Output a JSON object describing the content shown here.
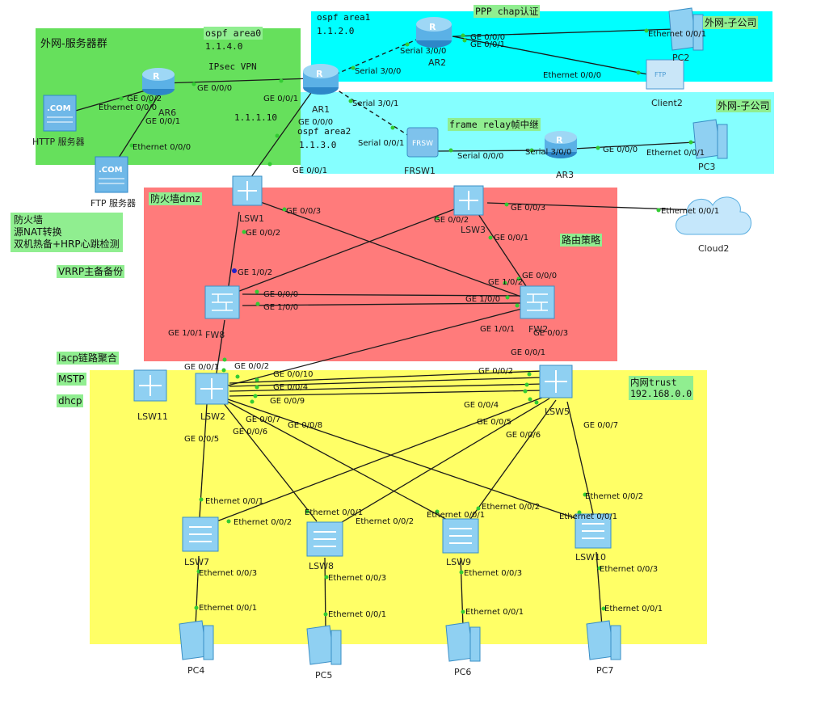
{
  "zones": {
    "server_farm": {
      "title": "外网-服务器群",
      "color": "#66e05c"
    },
    "area1": {
      "color": "#00ffff"
    },
    "area2": {
      "color": "#85ffff"
    },
    "dmz": {
      "color": "#ff7b7b"
    },
    "trust": {
      "color": "#ffff66"
    }
  },
  "notes": {
    "area0": "ospf area0",
    "area0_net": "1.1.4.0",
    "ipsec": "IPsec VPN",
    "area1": "ospf area1",
    "area1_net": "1.1.2.0",
    "ppp": "PPP chap认证",
    "sub1": "外网-子公司",
    "sub2": "外网-子公司",
    "ar1_ip": "1.1.1.10",
    "area2": "ospf area2",
    "area2_net": "1.1.3.0",
    "fr": "frame relay帧中继",
    "dmz": "防火墙dmz",
    "fw_line1": "防火墙",
    "fw_line2": "源NAT转换",
    "fw_line3": "双机热备+HRP心跳检测",
    "vrrp": "VRRP主备备份",
    "routing": "路由策略",
    "lacp": "lacp链路聚合",
    "mstp": "MSTP",
    "dhcp": "dhcp",
    "trust1": "内网trust",
    "trust2": "192.168.0.0"
  },
  "devices": {
    "ar1": "AR1",
    "ar2": "AR2",
    "ar3": "AR3",
    "ar6": "AR6",
    "frsw1": "FRSW1",
    "http": "HTTP 服务器",
    "ftp": "FTP 服务器",
    "pc2": "PC2",
    "client2": "Client2",
    "pc3": "PC3",
    "cloud2": "Cloud2",
    "lsw1": "LSW1",
    "lsw3": "LSW3",
    "fw8": "FW8",
    "fw2": "FW2",
    "lsw11": "LSW11",
    "lsw2": "LSW2",
    "lsw5": "LSW5",
    "lsw7": "LSW7",
    "lsw8": "LSW8",
    "lsw9": "LSW9",
    "lsw10": "LSW10",
    "pc4": "PC4",
    "pc5": "PC5",
    "pc6": "PC6",
    "pc7": "PC7"
  },
  "ports": [
    "GE 0/0/2",
    "Ethernet 0/0/0",
    "GE 0/0/1",
    "Ethernet 0/0/0",
    "GE 0/0/0",
    "GE 0/0/1",
    "Serial 3/0/0",
    "GE 0/0/0",
    "Serial 3/0/0",
    "GE 0/0/0",
    "GE 0/0/1",
    "Ethernet 0/0/1",
    "Ethernet 0/0/0",
    "Serial 3/0/1",
    "Serial 0/0/1",
    "Serial 0/0/0",
    "Serial 3/0/0",
    "GE 0/0/0",
    "Ethernet 0/0/1",
    "GE 0/0/1",
    "GE 0/0/3",
    "GE 0/0/2",
    "GE 0/0/2",
    "GE 0/0/3",
    "Ethernet 0/0/1",
    "GE 0/0/1",
    "GE 1/0/2",
    "GE 0/0/0",
    "GE 1/0/0",
    "GE 1/0/2",
    "GE 0/0/0",
    "GE 1/0/0",
    "GE 1/0/1",
    "GE 1/0/1",
    "GE 0/0/3",
    "GE 0/0/1",
    "GE 0/0/1",
    "GE 0/0/2",
    "GE 0/0/10",
    "GE 0/0/4",
    "GE 0/0/9",
    "GE 0/0/2",
    "GE 0/0/4",
    "GE 0/0/5",
    "GE 0/0/6",
    "GE 0/0/7",
    "GE 0/0/6",
    "GE 0/0/7",
    "GE 0/0/8",
    "GE 0/0/5",
    "Ethernet 0/0/1",
    "Ethernet 0/0/2",
    "Ethernet 0/0/1",
    "Ethernet 0/0/2",
    "Ethernet 0/0/1",
    "Ethernet 0/0/2",
    "Ethernet 0/0/1",
    "Ethernet 0/0/2",
    "Ethernet 0/0/3",
    "Ethernet 0/0/3",
    "Ethernet 0/0/3",
    "Ethernet 0/0/3",
    "Ethernet 0/0/1",
    "Ethernet 0/0/1",
    "Ethernet 0/0/1",
    "Ethernet 0/0/1"
  ]
}
